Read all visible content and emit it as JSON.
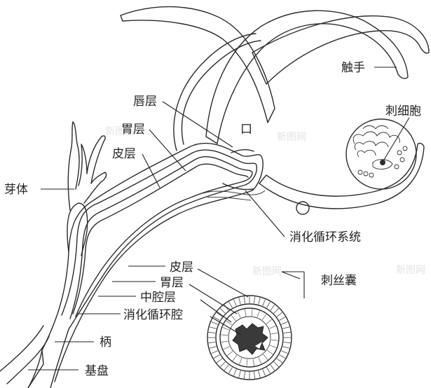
{
  "diagram": {
    "labels": {
      "tentacle": "触手",
      "nematocyte": "刺细胞",
      "lip_layer": "唇层",
      "mouth": "口",
      "gastric_layer_top": "胃层",
      "epidermis_top": "皮层",
      "bud": "芽体",
      "digestive_system": "消化循环系统",
      "nematocyst": "刺丝囊",
      "epidermis_bottom": "皮层",
      "gastric_layer_bottom": "胃层",
      "mesoglea": "中腔层",
      "digestive_cavity": "消化循环腔",
      "stalk": "柄",
      "basal_disc": "基盘"
    },
    "watermarks": [
      "新图网",
      "新图网",
      "新图网",
      "新图网"
    ],
    "colors": {
      "line": "#2b2b2b",
      "text": "#222222",
      "nematocyst_core": "#3a3a3a"
    }
  }
}
